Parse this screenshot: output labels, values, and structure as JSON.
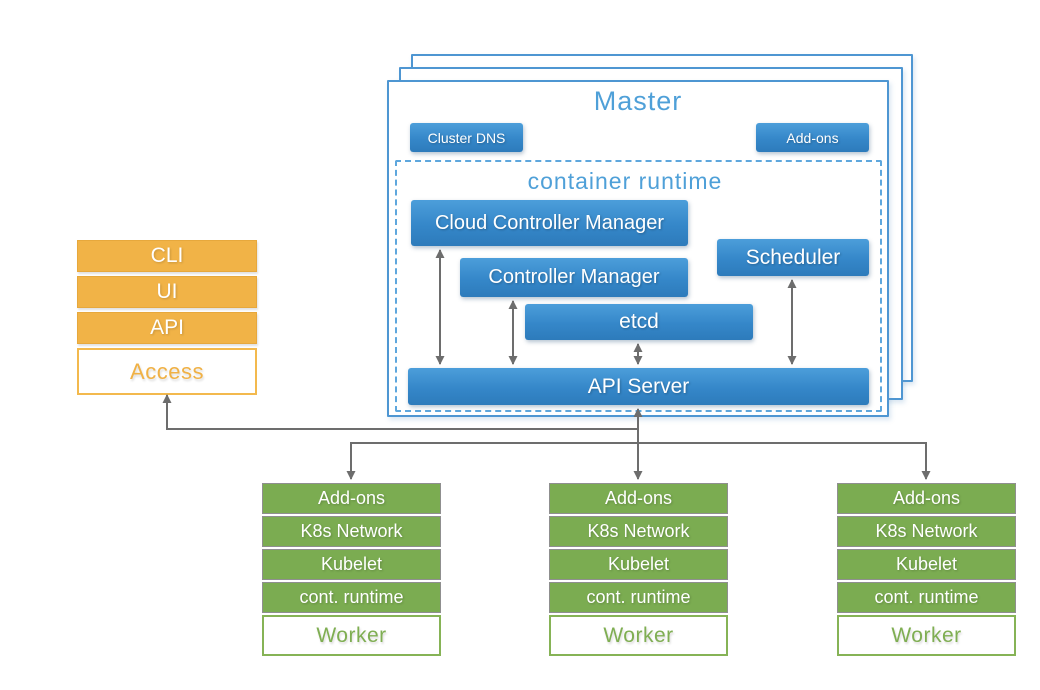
{
  "master": {
    "title": "Master",
    "cluster_dns": "Cluster DNS",
    "addons": "Add-ons",
    "container_runtime": "container runtime",
    "cloud_controller_manager": "Cloud Controller Manager",
    "controller_manager": "Controller Manager",
    "scheduler": "Scheduler",
    "etcd": "etcd",
    "api_server": "API Server"
  },
  "access": {
    "rows": [
      "CLI",
      "UI",
      "API"
    ],
    "label": "Access"
  },
  "workers": [
    {
      "rows": [
        "Add-ons",
        "K8s Network",
        "Kubelet",
        "cont. runtime"
      ],
      "label": "Worker"
    },
    {
      "rows": [
        "Add-ons",
        "K8s Network",
        "Kubelet",
        "cont. runtime"
      ],
      "label": "Worker"
    },
    {
      "rows": [
        "Add-ons",
        "K8s Network",
        "Kubelet",
        "cont. runtime"
      ],
      "label": "Worker"
    }
  ],
  "colors": {
    "component_blue": "#3587c9",
    "title_blue": "#4fa0d8",
    "access_orange": "#f1b347",
    "worker_green": "#7bac51",
    "connector_gray": "#6d6d6d"
  }
}
